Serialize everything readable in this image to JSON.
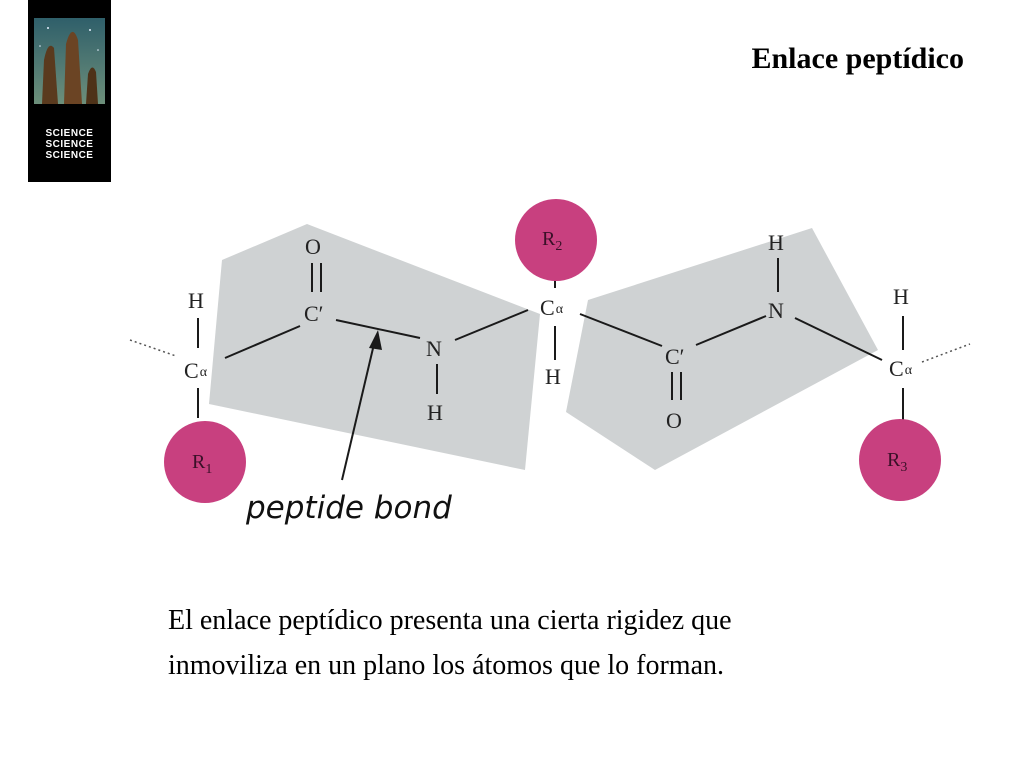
{
  "slide": {
    "title": "Enlace peptídico",
    "caption_line1": "El enlace peptídico presenta una cierta rigidez que",
    "caption_line2": "inmoviliza en un plano los átomos que lo forman."
  },
  "logo": {
    "lines": [
      "SCIENCE",
      "SCIENCE",
      "SCIENCE"
    ]
  },
  "diagram": {
    "callout": "peptide bond",
    "atoms": {
      "h1": "H",
      "ca1": "C",
      "r1": "R",
      "r1_sub": "1",
      "o1": "O",
      "c1": "C′",
      "n1": "N",
      "hn1": "H",
      "r2": "R",
      "r2_sub": "2",
      "ca2": "C",
      "h2": "H",
      "c2": "C′",
      "o2": "O",
      "hn2": "H",
      "n2": "N",
      "h3": "H",
      "ca3": "C",
      "r3": "R",
      "r3_sub": "3",
      "alpha": "α"
    },
    "colors": {
      "plane": "#cfd2d3",
      "r_group": "#c8407f",
      "bond": "#1a1a1a"
    }
  }
}
